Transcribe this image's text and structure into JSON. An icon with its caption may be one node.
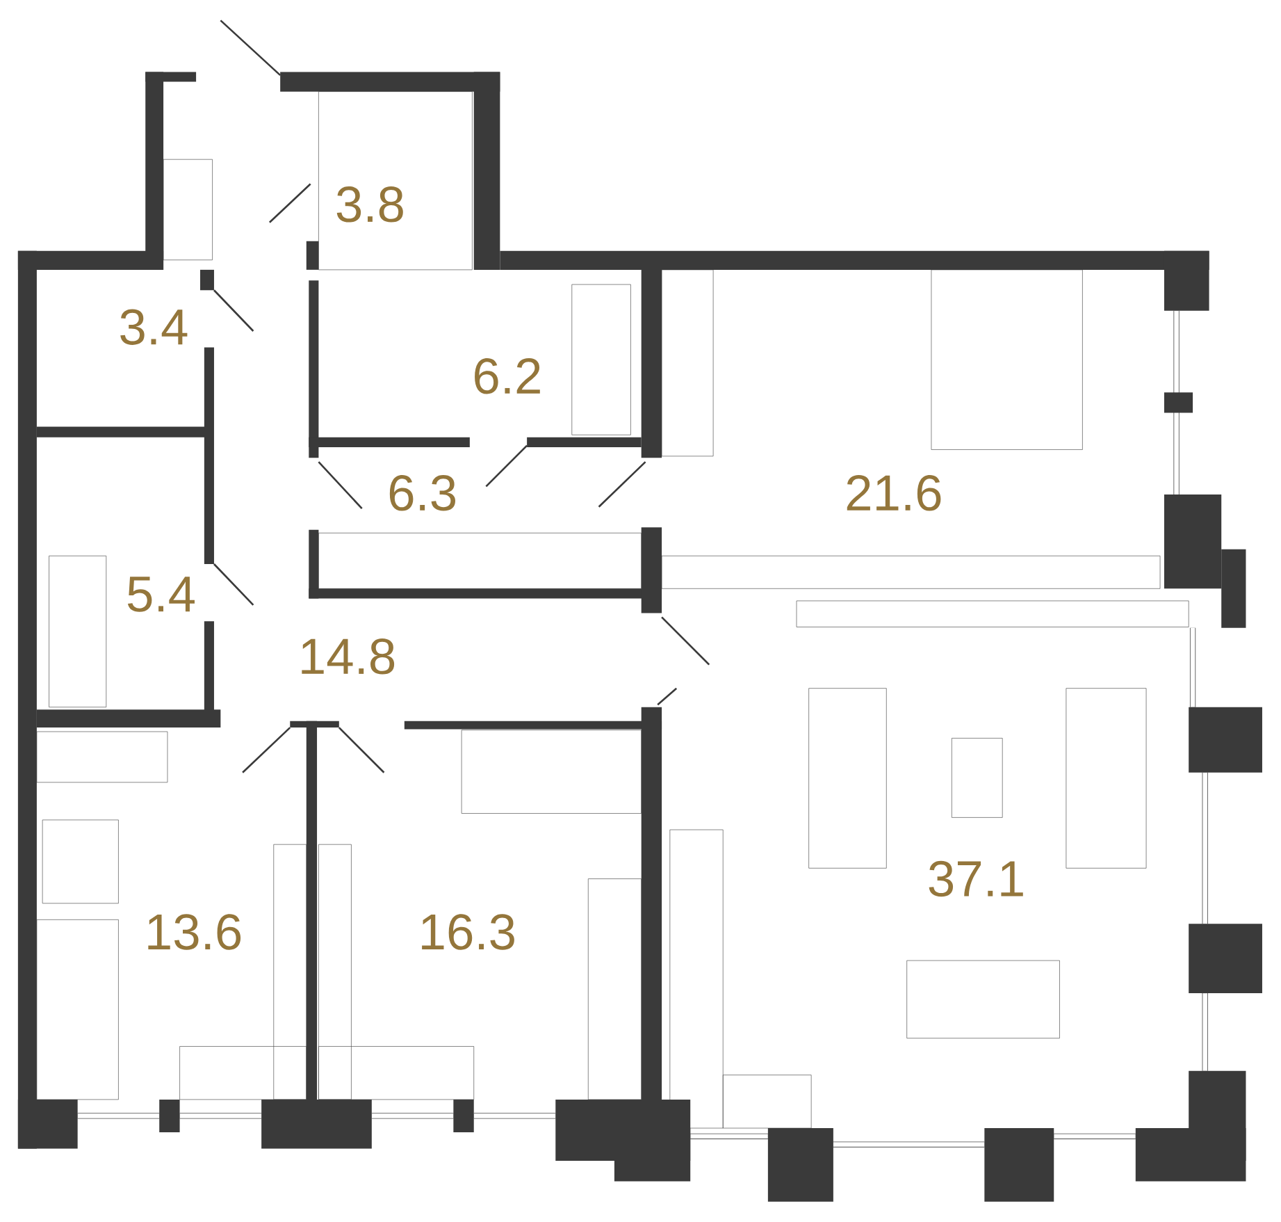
{
  "diagram": {
    "labels": [
      "3.8",
      "3.4",
      "6.2",
      "6.3",
      "21.6",
      "5.4",
      "14.8",
      "37.1",
      "13.6",
      "16.3"
    ]
  }
}
